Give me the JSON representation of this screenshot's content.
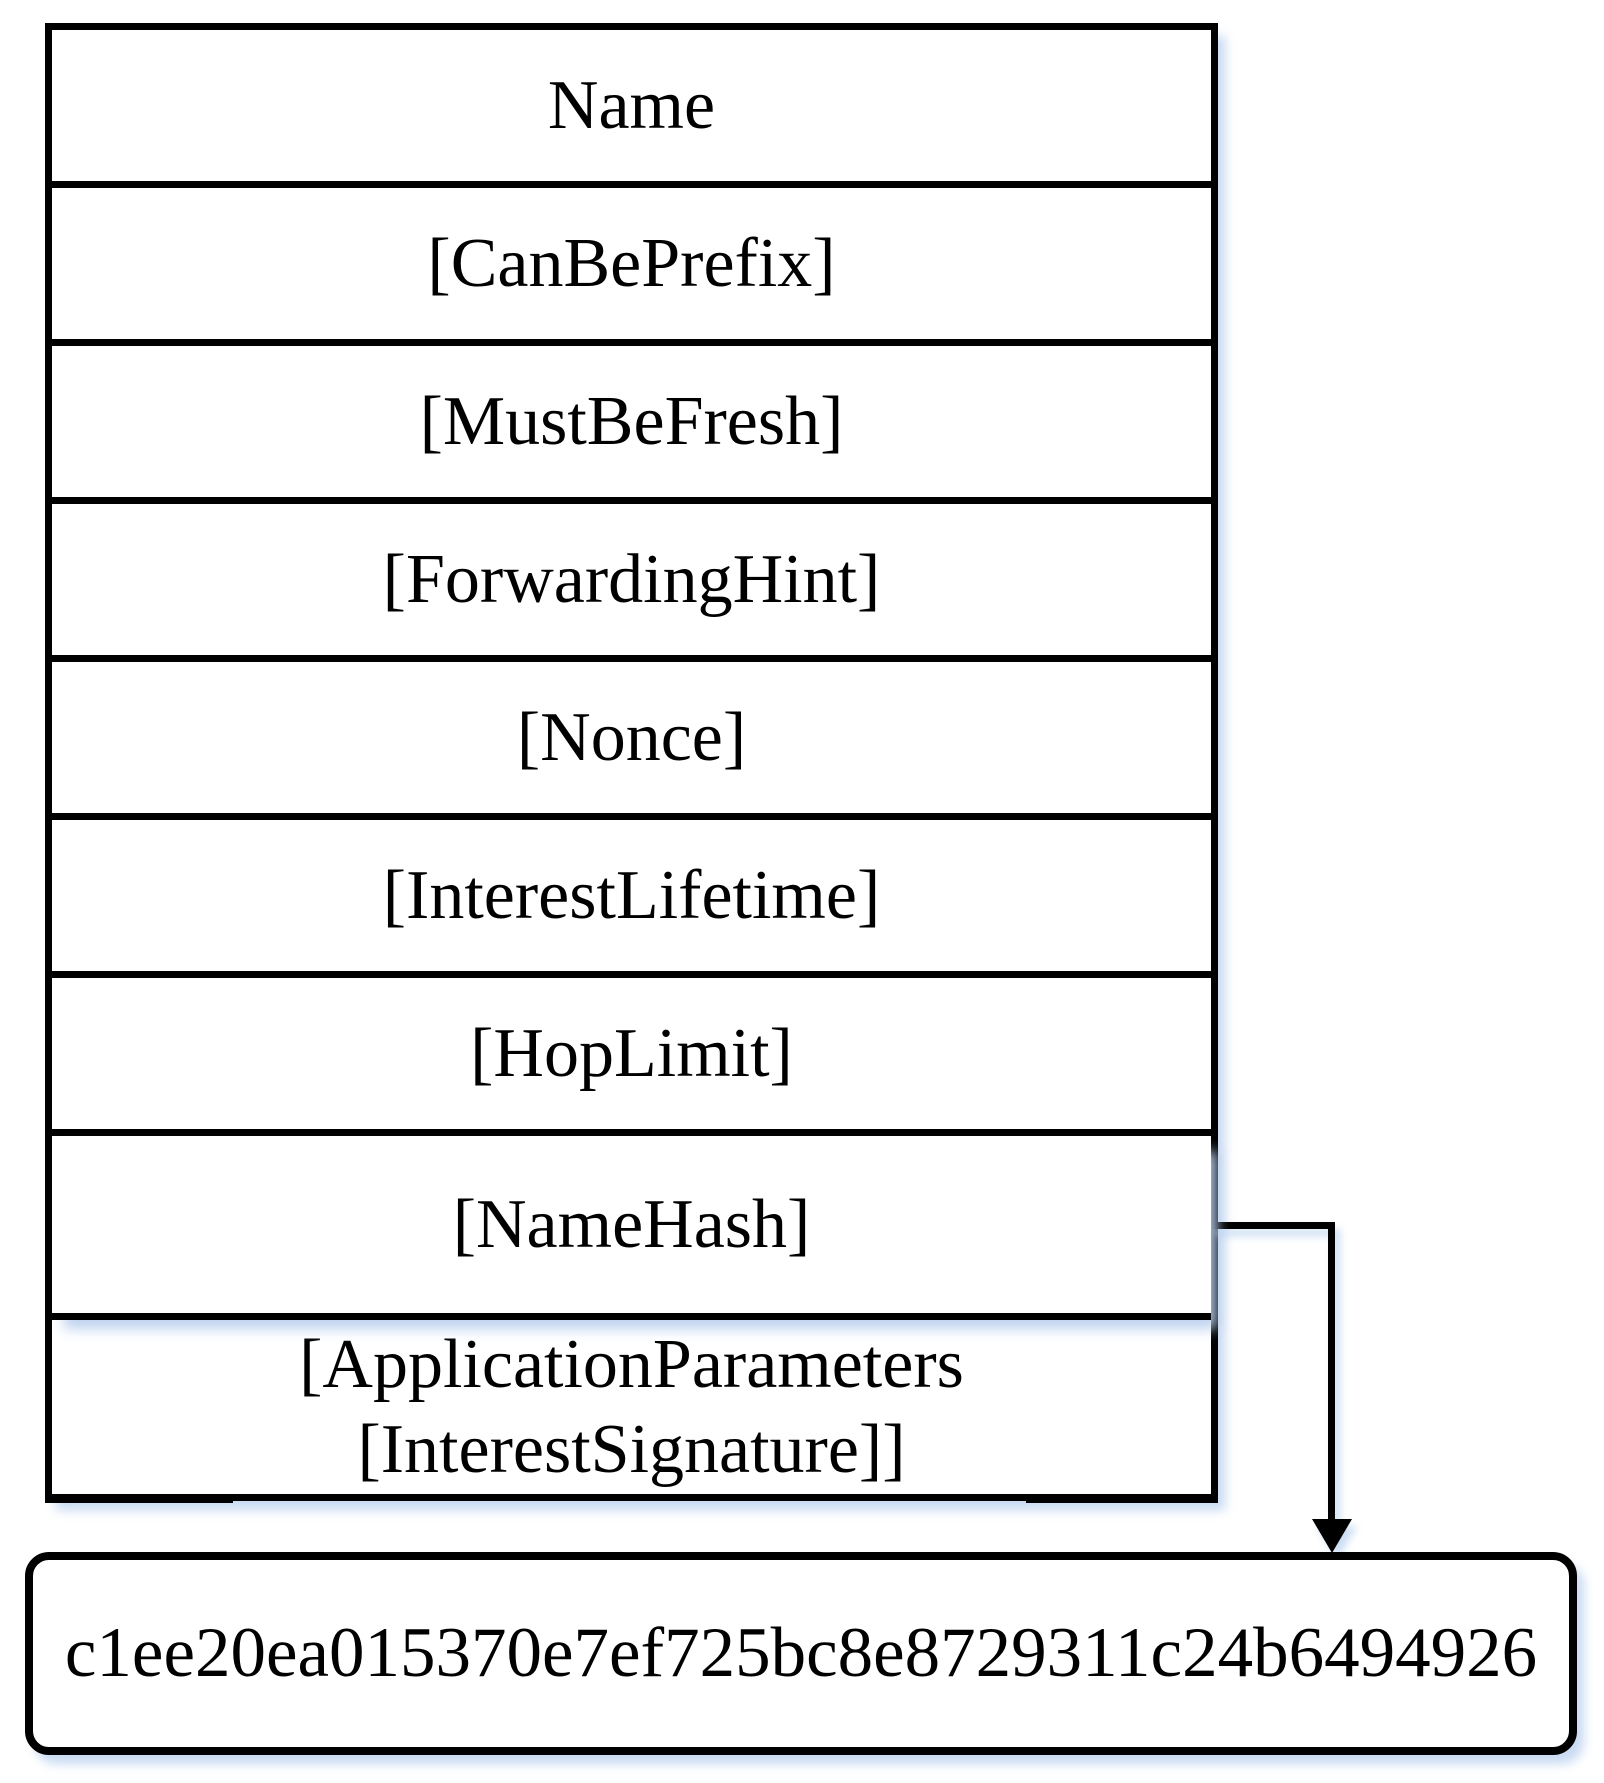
{
  "table": {
    "rows": [
      {
        "label": "Name"
      },
      {
        "label": "[CanBePrefix]"
      },
      {
        "label": "[MustBeFresh]"
      },
      {
        "label": "[ForwardingHint]"
      },
      {
        "label": "[Nonce]"
      },
      {
        "label": "[InterestLifetime]"
      },
      {
        "label": "[HopLimit]"
      },
      {
        "label": "[NameHash]"
      },
      {
        "line1": "[ApplicationParameters",
        "line2": "[InterestSignature]]"
      }
    ]
  },
  "connector": {
    "from": "[NameHash]",
    "to": "hash-value-box",
    "shape": "elbow-down-arrow"
  },
  "hash_box": {
    "value": "c1ee20ea015370e7ef725bc8e8729311c24b6494926"
  },
  "colors": {
    "line": "#000000",
    "background": "#ffffff",
    "shadow": "#dbe6f5"
  }
}
